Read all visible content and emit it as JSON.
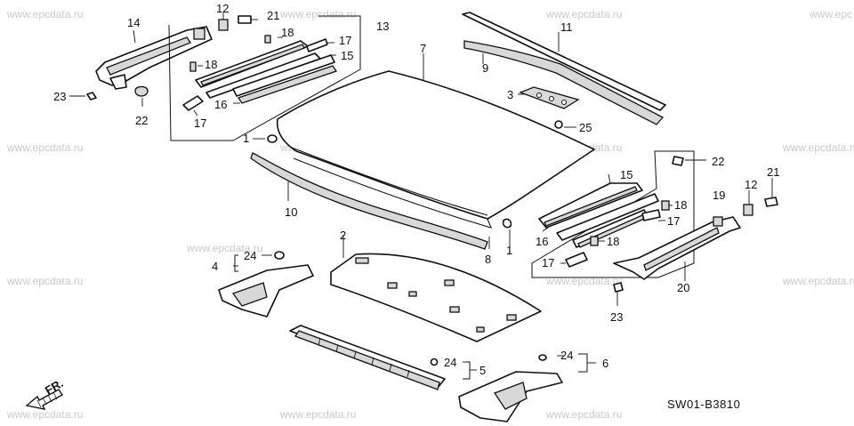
{
  "watermarks": [
    "www.epcdata.ru",
    "www.epcdata.ru",
    "www.epcdata.ru",
    "www.epc",
    "www.epcdata.ru",
    "www.epcdata.ru",
    "www.epcdata.ru",
    "www.epcdata.ru",
    "www.epcdata.ru",
    "www.epcdata.ru",
    "www.epcdata.ru",
    "www.epcdata.ru",
    "www.epcdata.ru",
    "www.epcdata.ru",
    "www.epcdata.ru"
  ],
  "callouts": {
    "c1": "1",
    "c1b": "1",
    "c2": "2",
    "c3": "3",
    "c4": "4",
    "c5": "5",
    "c6": "6",
    "c7": "7",
    "c8": "8",
    "c9": "9",
    "c10": "10",
    "c11": "11",
    "c12a": "12",
    "c12b": "12",
    "c13": "13",
    "c14": "14",
    "c15a": "15",
    "c15b": "15",
    "c16a": "16",
    "c16b": "16",
    "c17a": "17",
    "c17b": "17",
    "c17c": "17",
    "c17d": "17",
    "c18a": "18",
    "c18b": "18",
    "c18c": "18",
    "c18d": "18",
    "c19": "19",
    "c20": "20",
    "c21a": "21",
    "c21b": "21",
    "c22a": "22",
    "c22b": "22",
    "c23a": "23",
    "c23b": "23",
    "c24a": "24",
    "c24b": "24",
    "c24c": "24",
    "c25": "25"
  },
  "front_marker": "FR.",
  "diagram_code": "SW01-B3810"
}
